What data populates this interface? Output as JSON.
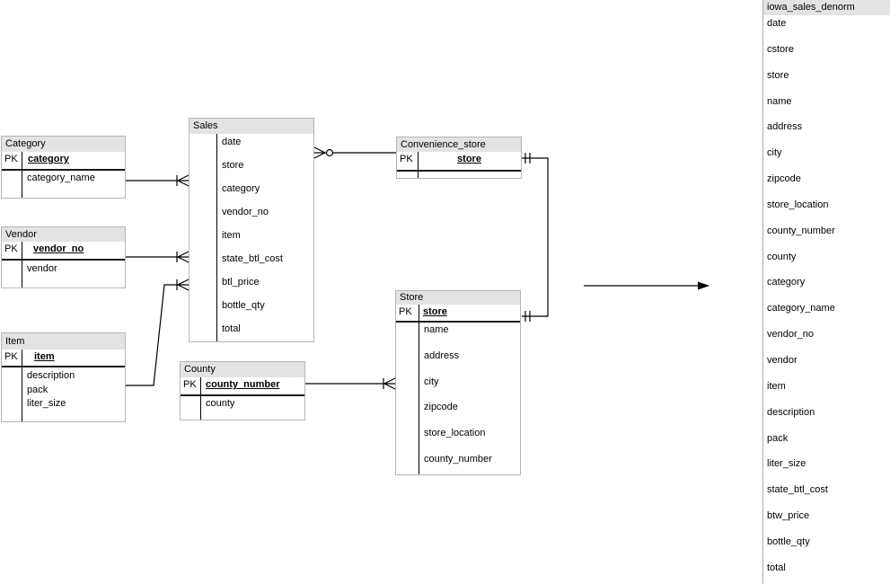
{
  "diagram": {
    "entities": {
      "category": {
        "title": "Category",
        "pk_label": "PK",
        "pk_field": "category",
        "fields": [
          "category_name"
        ]
      },
      "vendor": {
        "title": "Vendor",
        "pk_label": "PK",
        "pk_field": "vendor_no",
        "fields": [
          "vendor"
        ]
      },
      "item": {
        "title": "Item",
        "pk_label": "PK",
        "pk_field": "item",
        "fields": [
          "description",
          "pack",
          "liter_size"
        ]
      },
      "sales": {
        "title": "Sales",
        "pk_label": "",
        "pk_field": "",
        "fields": [
          "date",
          "store",
          "category",
          "vendor_no",
          "item",
          "state_btl_cost",
          "btl_price",
          "bottle_qty",
          "total"
        ]
      },
      "county": {
        "title": "County",
        "pk_label": "PK",
        "pk_field": "county_number",
        "fields": [
          "county"
        ]
      },
      "convenience_store": {
        "title": "Convenience_store",
        "pk_label": "PK",
        "pk_field": "store",
        "fields": []
      },
      "store": {
        "title": "Store",
        "pk_label": "PK",
        "pk_field": "store",
        "fields": [
          "name",
          "address",
          "city",
          "zipcode",
          "store_location",
          "county_number"
        ]
      }
    },
    "denorm": {
      "title": "iowa_sales_denorm",
      "fields": [
        "date",
        "cstore",
        "store",
        "name",
        "address",
        "city",
        "zipcode",
        "store_location",
        "county_number",
        "county",
        "category",
        "category_name",
        "vendor_no",
        "vendor",
        "item",
        "description",
        "pack",
        "liter_size",
        "state_btl_cost",
        "btw_price",
        "bottle_qty",
        "total"
      ]
    },
    "relationships": [
      {
        "id": "category-sales",
        "from": "Category",
        "to": "Sales",
        "to_end": "one-to-many-crowfoot"
      },
      {
        "id": "vendor-sales",
        "from": "Vendor",
        "to": "Sales",
        "to_end": "one-to-many-crowfoot"
      },
      {
        "id": "item-sales",
        "from": "Item",
        "to": "Sales",
        "to_end": "one-to-many-crowfoot"
      },
      {
        "id": "sales-convenience-store",
        "from": "Sales",
        "to": "Convenience_store",
        "from_end": "zero-or-many"
      },
      {
        "id": "convenience-store-store",
        "from": "Convenience_store",
        "to": "Store",
        "ends": "one-and-only-one"
      },
      {
        "id": "county-store",
        "from": "County",
        "to": "Store",
        "to_end": "one-to-many-crowfoot"
      },
      {
        "id": "flow-arrow",
        "type": "arrow-right"
      }
    ],
    "colors": {
      "header_bg": "#e3e3e3",
      "entity_border": "#b5b5b5",
      "line": "#000000",
      "background": "#ffffff"
    }
  }
}
